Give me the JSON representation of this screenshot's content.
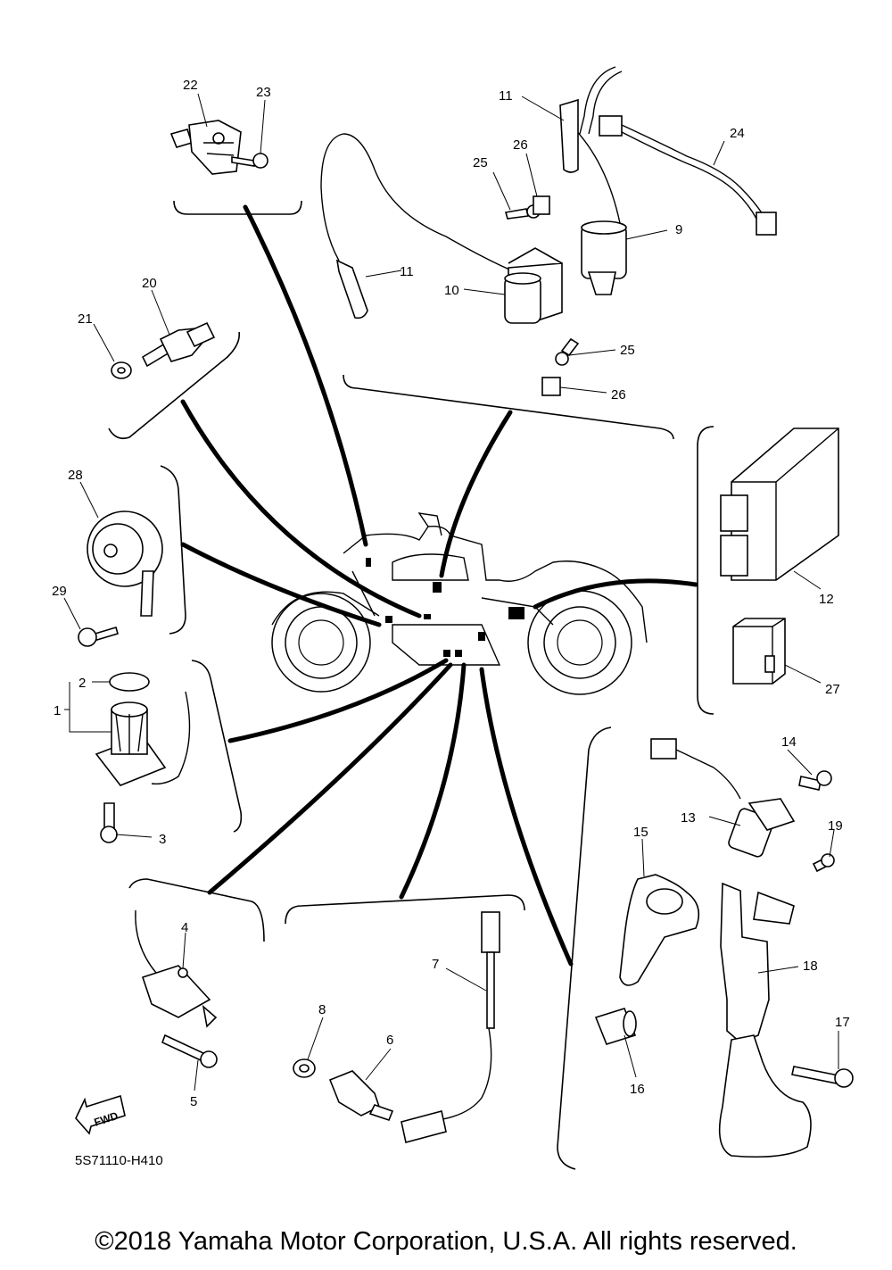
{
  "callouts": [
    "1",
    "2",
    "3",
    "4",
    "5",
    "6",
    "7",
    "8",
    "9",
    "10",
    "11",
    "12",
    "13",
    "14",
    "15",
    "16",
    "17",
    "18",
    "19",
    "20",
    "21",
    "22",
    "23",
    "24",
    "25",
    "26",
    "27",
    "28",
    "29"
  ],
  "fwd_label": "FWD",
  "diagram_code": "5S71110-H410",
  "copyright": "©2018 Yamaha Motor Corporation, U.S.A. All rights reserved."
}
